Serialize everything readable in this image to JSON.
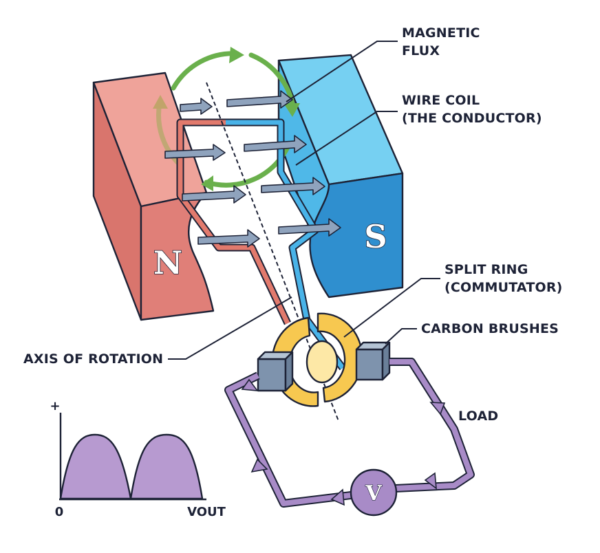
{
  "labels": {
    "magnetic_flux_1": "MAGNETIC",
    "magnetic_flux_2": "FLUX",
    "wire_coil_1": "WIRE COIL",
    "wire_coil_2": "(THE CONDUCTOR)",
    "split_ring_1": "SPLIT RING",
    "split_ring_2": "(COMMUTATOR)",
    "carbon_brushes": "CARBON BRUSHES",
    "axis_of_rotation": "AXIS OF ROTATION",
    "load": "LOAD"
  },
  "poles": {
    "north": "N",
    "south": "S"
  },
  "voltmeter": "V",
  "graph": {
    "plus": "+",
    "origin": "0",
    "x_label": "VOUT"
  },
  "colors": {
    "north_top": "#efa39a",
    "north_front": "#e07f78",
    "south_top": "#76d0f2",
    "south_front": "#2f8fcf",
    "rotation_arrow": "#6ab04c",
    "flux_arrow": "#8fa3bd",
    "coil_red": "#e27a6d",
    "coil_blue": "#49b3e8",
    "commutator": "#f7c850",
    "brush": "#93a6bd",
    "circuit": "#a88bc7",
    "waveform": "#b79ad0",
    "outline": "#1d2236"
  }
}
